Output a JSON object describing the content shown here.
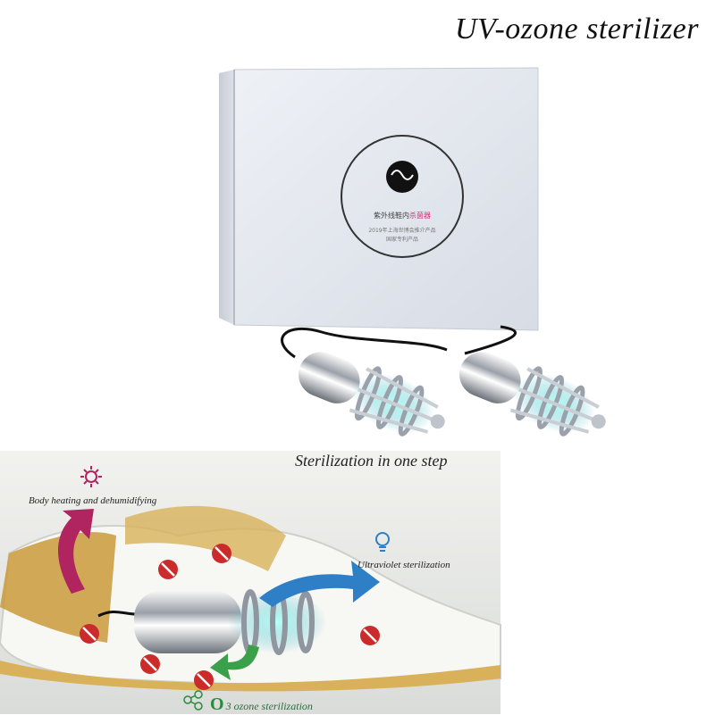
{
  "title": "UV-ozone sterilizer",
  "caption": "Sterilization in one step",
  "box": {
    "label_main": "紫外线鞋内",
    "label_accent": "杀菌器",
    "label_line2": "2019年上海世博会推介产品",
    "label_line3": "国家专利产品"
  },
  "diagram": {
    "heating_label": "Body heating and dehumidifying",
    "uv_label": "Ultraviolet sterilization",
    "ozone_prefix": "O",
    "ozone_label": "3 ozone sterilization"
  },
  "colors": {
    "heating_arrow": "#b0245f",
    "uv_arrow": "#2f7fc7",
    "ozone_arrow": "#3aa04a",
    "box": "#e4e8ef",
    "shoe_gold": "#c99a3a"
  },
  "icons": [
    "sun-icon",
    "bulb-icon",
    "molecule-icon"
  ]
}
